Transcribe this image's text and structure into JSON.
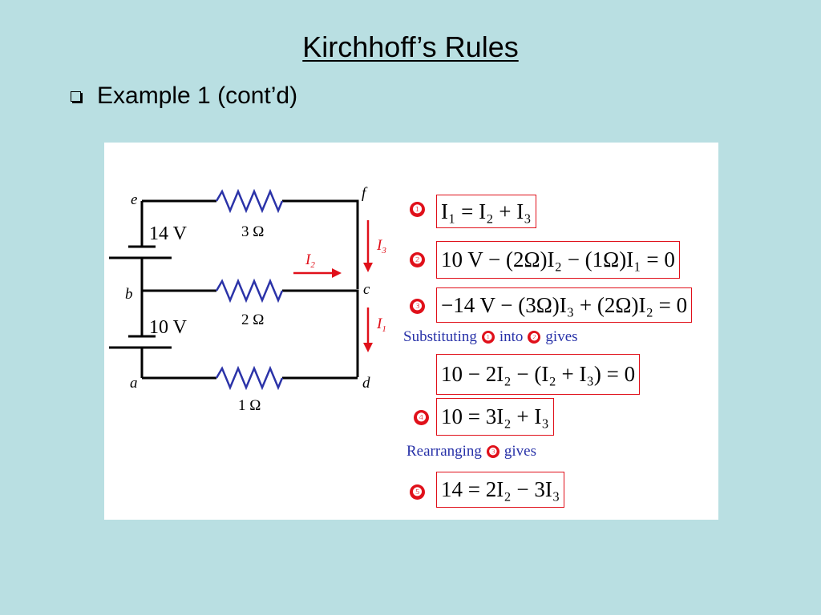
{
  "slide": {
    "title": "Kirchhoff’s Rules",
    "bullet": "Example 1 (cont’d)"
  },
  "circuit": {
    "nodes": {
      "e": "e",
      "f": "f",
      "b": "b",
      "c": "c",
      "a": "a",
      "d": "d"
    },
    "batteries": {
      "top": "14 V",
      "bottom": "10 V"
    },
    "resistors": {
      "top": "3 Ω",
      "middle": "2 Ω",
      "bottom": "1 Ω"
    },
    "currents": {
      "I2": "I",
      "I2_sub": "2",
      "I3": "I",
      "I3_sub": "3",
      "I1": "I",
      "I1_sub": "1"
    },
    "arrow_color": "#e0101a"
  },
  "equations": {
    "badges": [
      "❶",
      "❷",
      "❸",
      "❹",
      "❺"
    ],
    "eq1": "I₁ = I₂ + I₃",
    "eq2": "10 V − (2Ω)I₂ − (1Ω)I₁ = 0",
    "eq3": "−14 V − (3Ω)I₃ + (2Ω)I₂ = 0",
    "eq_sub": "10 − 2I₂ − (I₂ + I₃) = 0",
    "eq4": "10 = 3I₂ + I₃",
    "eq5": "14 = 2I₂ − 3I₃"
  },
  "notes": {
    "substituting": {
      "pre": "Substituting",
      "mid": "into",
      "post": "gives",
      "b1": "❶",
      "b2": "❷"
    },
    "rearranging": {
      "pre": "Rearranging",
      "post": "gives",
      "b": "❸"
    }
  },
  "colors": {
    "background": "#b9dfe2",
    "resistor": "#2b33a8",
    "accent": "#e0101a",
    "note": "#2731a8"
  }
}
